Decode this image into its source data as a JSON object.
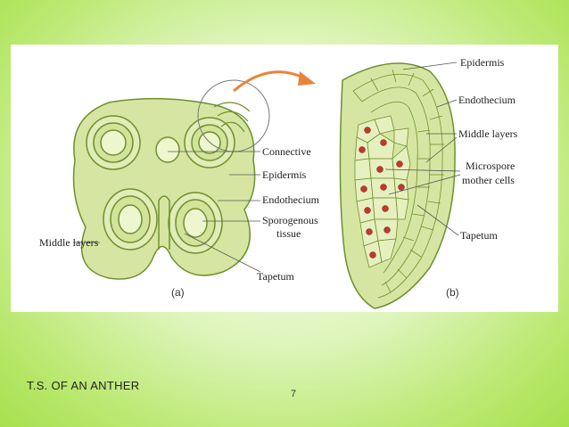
{
  "slide": {
    "title": "T.S. OF AN ANTHER",
    "page_number": "7"
  },
  "figure": {
    "panel_a": {
      "tag": "(a)",
      "labels": {
        "connective": "Connective",
        "epidermis": "Epidermis",
        "endothecium": "Endothecium",
        "sporogenous_1": "Sporogenous",
        "sporogenous_2": "tissue",
        "middle_layers": "Middle layers",
        "tapetum": "Tapetum"
      }
    },
    "panel_b": {
      "tag": "(b)",
      "labels": {
        "epidermis": "Epidermis",
        "endothecium": "Endothecium",
        "middle_layers": "Middle layers",
        "microspore_1": "Microspore",
        "microspore_2": "mother cells",
        "tapetum": "Tapetum"
      }
    },
    "colors": {
      "tissue_fill": "#d6e6a2",
      "tissue_stroke": "#6f8f2e",
      "cell_nucleus": "#c0392b",
      "arrow": "#e8843a"
    }
  }
}
